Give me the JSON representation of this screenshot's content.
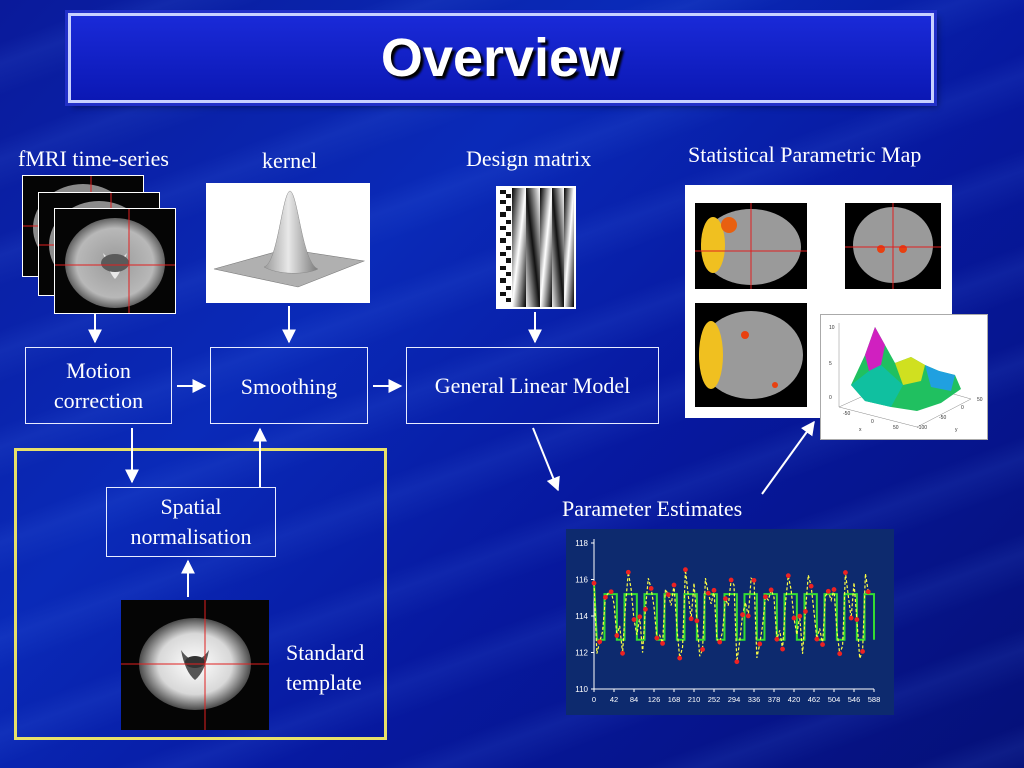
{
  "title": "Overview",
  "labels": {
    "fmri": "fMRI time-series",
    "kernel": "kernel",
    "design_matrix": "Design matrix",
    "spm": "Statistical Parametric Map",
    "parameter_estimates": "Parameter Estimates",
    "standard_template": "Standard template",
    "standard_template_l1": "Standard",
    "standard_template_l2": "template"
  },
  "boxes": {
    "motion_l1": "Motion",
    "motion_l2": "correction",
    "smoothing": "Smoothing",
    "glm": "General Linear Model",
    "spatial_l1": "Spatial",
    "spatial_l2": "normalisation"
  },
  "chart_data": {
    "type": "line",
    "x_ticks": [
      0,
      42,
      84,
      126,
      168,
      210,
      252,
      294,
      336,
      378,
      420,
      462,
      504,
      546,
      588
    ],
    "y_ticks": [
      110,
      112,
      114,
      116,
      118
    ],
    "ylim": [
      110,
      118
    ],
    "xlim": [
      0,
      588
    ],
    "colors": {
      "fit": "#33dd33",
      "data": "#ffff44",
      "points": "#ee2222",
      "background": "#0d2a6e"
    }
  },
  "surface_plot": {
    "x_ticks": [
      "-50",
      "0",
      "50"
    ],
    "y_ticks": [
      "-100",
      "-50",
      "0",
      "50"
    ],
    "z_ticks": [
      "0",
      "5",
      "10"
    ],
    "axis_x": "x",
    "axis_y": "y"
  }
}
